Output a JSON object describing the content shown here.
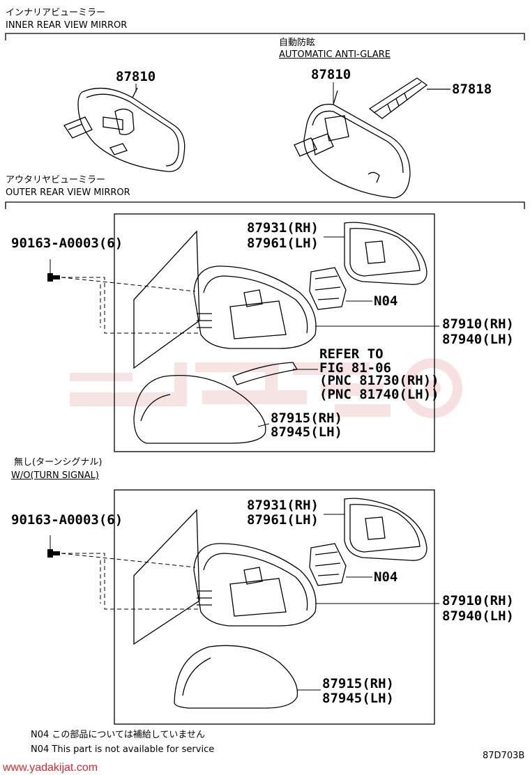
{
  "sections": {
    "inner": {
      "jp": "インナリアビューミラー",
      "en": "INNER REAR VIEW MIRROR"
    },
    "auto_anti_glare": {
      "jp": "自動防眩",
      "en": "AUTOMATIC ANTI-GLARE"
    },
    "outer": {
      "jp": "アウタリヤビューミラー",
      "en": "OUTER REAR VIEW MIRROR"
    },
    "wo_turn_signal": {
      "jp": "無し(ターンシグナル)",
      "en": "W/O(TURN SIGNAL)"
    }
  },
  "inner_parts": {
    "left_mirror": "87810",
    "right_mirror": "87810",
    "cover": "87818"
  },
  "outer_top": {
    "screw": "90163-A0003(6)",
    "glass_rh": "87931(RH)",
    "glass_lh": "87961(LH)",
    "motor": "N04",
    "mirror_rh": "87910(RH)",
    "mirror_lh": "87940(LH)",
    "refer_1": "REFER TO",
    "refer_2": "FIG 81-06",
    "refer_3": "(PNC 81730(RH))",
    "refer_4": "(PNC 81740(LH))",
    "cover_rh": "87915(RH)",
    "cover_lh": "87945(LH)"
  },
  "outer_bottom": {
    "screw": "90163-A0003(6)",
    "glass_rh": "87931(RH)",
    "glass_lh": "87961(LH)",
    "motor": "N04",
    "mirror_rh": "87910(RH)",
    "mirror_lh": "87940(LH)",
    "cover_rh": "87915(RH)",
    "cover_lh": "87945(LH)"
  },
  "notes": {
    "jp": "N04 この部品については補給していません",
    "en": "N04 This part is not available for service"
  },
  "figure_code": "87D703B",
  "watermark_url": "www.yadakijat.com"
}
